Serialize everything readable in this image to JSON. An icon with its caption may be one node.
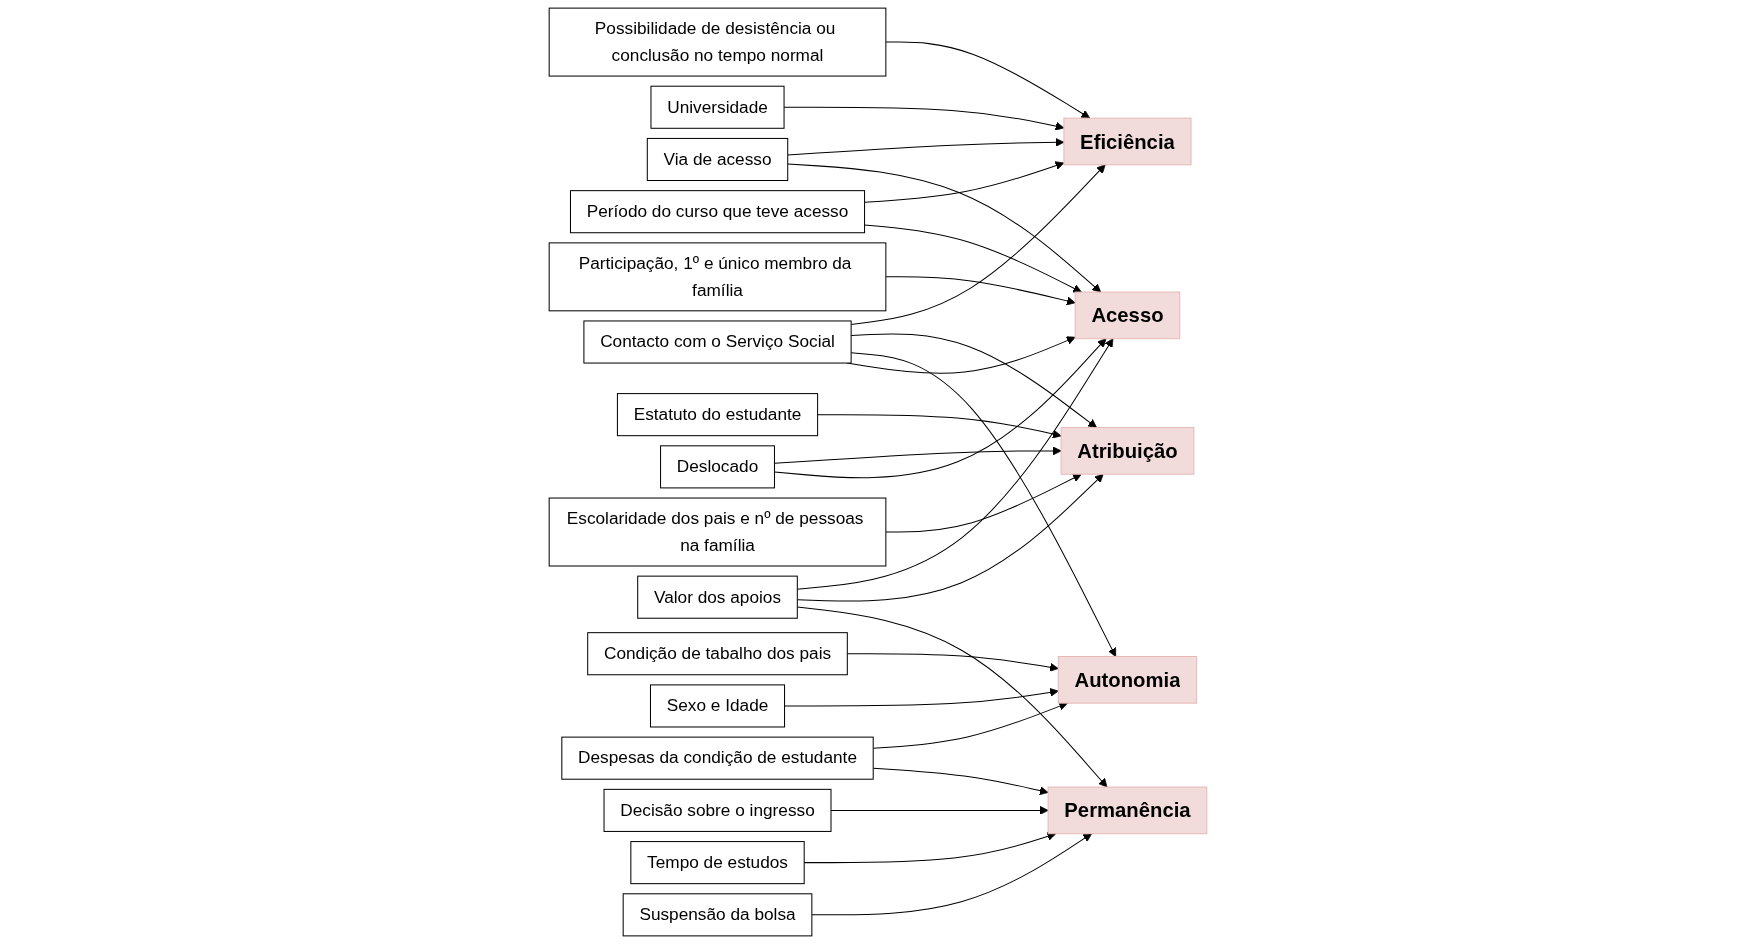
{
  "diagram": {
    "nodes": [
      {
        "text": [
          "Possibilidade de desistência ou conclusão no tempo normal"
        ]
      },
      {
        "text": [
          "Eficiência"
        ]
      },
      {
        "text": [
          "Universidade"
        ]
      },
      {
        "text": [
          "Via de acesso"
        ]
      },
      {
        "text": [
          "Período do curso que teve acesso"
        ]
      },
      {
        "text": [
          "Estatuto do estudante"
        ]
      },
      {
        "text": [
          "Condição de tabalho dos pais"
        ]
      },
      {
        "text": [
          "Escolaridade dos pais e nº de pessoas na família"
        ]
      },
      {
        "text": [
          "Atribuição"
        ]
      },
      {
        "text": [
          "Contacto com o Serviço Social"
        ]
      },
      {
        "text": [
          "Autonomia"
        ]
      },
      {
        "text": [
          "Sexo e Idade"
        ]
      },
      {
        "text": [
          "Despesas da condição de estudante"
        ]
      },
      {
        "text": [
          "Deslocado"
        ]
      },
      {
        "text": [
          "Acesso"
        ]
      },
      {
        "text": [
          "Participação, 1º e único membro da família"
        ]
      },
      {
        "text": [
          "Decisão  sobre o ingresso"
        ]
      },
      {
        "text": [
          "Permanência"
        ]
      },
      {
        "text": [
          "Tempo de estudos"
        ]
      },
      {
        "text": [
          "Valor dos apoios"
        ]
      },
      {
        "text": [
          "Suspensão da bolsa"
        ]
      }
    ],
    "edges": [
      {
        "from": 0,
        "to": 1,
        "arrow": "to"
      },
      {
        "from": 2,
        "to": 1,
        "arrow": "to"
      },
      {
        "from": 3,
        "to": 1,
        "arrow": "to"
      },
      {
        "from": 4,
        "to": 1,
        "arrow": "to"
      },
      {
        "from": 9,
        "to": 1,
        "arrow": "to"
      },
      {
        "from": 3,
        "to": 14,
        "arrow": "to"
      },
      {
        "from": 4,
        "to": 14,
        "arrow": "to"
      },
      {
        "from": 5,
        "to": 8,
        "arrow": "to"
      },
      {
        "from": 7,
        "to": 8,
        "arrow": "to"
      },
      {
        "from": 9,
        "to": 8,
        "arrow": "to"
      },
      {
        "from": 9,
        "to": 10,
        "arrow": "to"
      },
      {
        "from": 9,
        "to": 14,
        "arrow": "to"
      },
      {
        "from": 6,
        "to": 10,
        "arrow": "to"
      },
      {
        "from": 11,
        "to": 10,
        "arrow": "to"
      },
      {
        "from": 12,
        "to": 10,
        "arrow": "to"
      },
      {
        "from": 12,
        "to": 17,
        "arrow": "to"
      },
      {
        "from": 13,
        "to": 8,
        "arrow": "to"
      },
      {
        "from": 13,
        "to": 14,
        "arrow": "to"
      },
      {
        "from": 15,
        "to": 14,
        "arrow": "to"
      },
      {
        "from": 16,
        "to": 17,
        "arrow": "to"
      },
      {
        "from": 18,
        "to": 17,
        "arrow": "to"
      },
      {
        "from": 19,
        "to": 14,
        "arrow": "to"
      },
      {
        "from": 19,
        "to": 8,
        "arrow": "to"
      },
      {
        "from": 19,
        "to": 17,
        "arrow": "to"
      },
      {
        "from": 20,
        "to": 17,
        "arrow": "to"
      }
    ]
  }
}
